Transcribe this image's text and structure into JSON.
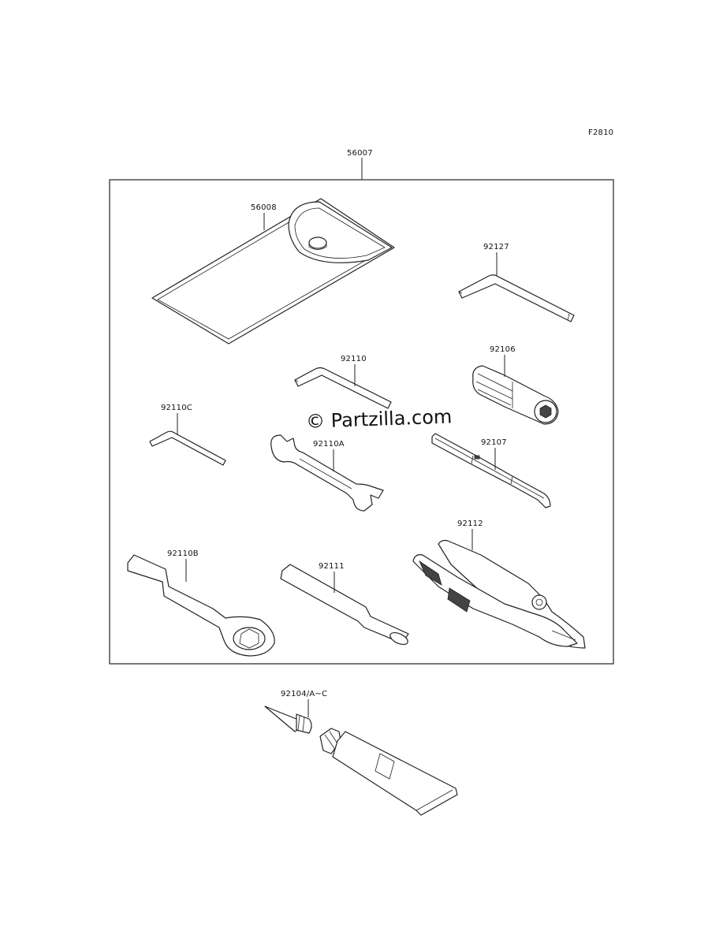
{
  "figure_code": "F2810",
  "watermark": "© Partzilla.com",
  "kit_label": "56007",
  "parts": [
    {
      "id": "pouch",
      "label": "56008",
      "icon": "tool-pouch-icon"
    },
    {
      "id": "hex-large",
      "label": "92127",
      "icon": "hex-key-icon"
    },
    {
      "id": "hex-medium",
      "label": "92110",
      "icon": "hex-key-icon"
    },
    {
      "id": "socket",
      "label": "92106",
      "icon": "socket-tool-icon"
    },
    {
      "id": "hex-small",
      "label": "92110C",
      "icon": "hex-key-icon"
    },
    {
      "id": "open-wrench",
      "label": "92110A",
      "icon": "open-end-wrench-icon"
    },
    {
      "id": "screwdriver",
      "label": "92107",
      "icon": "screwdriver-icon"
    },
    {
      "id": "pliers",
      "label": "92112",
      "icon": "pliers-icon"
    },
    {
      "id": "box-wrench",
      "label": "92110B",
      "icon": "box-wrench-icon"
    },
    {
      "id": "handle",
      "label": "92111",
      "icon": "extension-bar-icon"
    },
    {
      "id": "tube",
      "label": "92104/A~C",
      "icon": "sealant-tube-icon"
    }
  ]
}
